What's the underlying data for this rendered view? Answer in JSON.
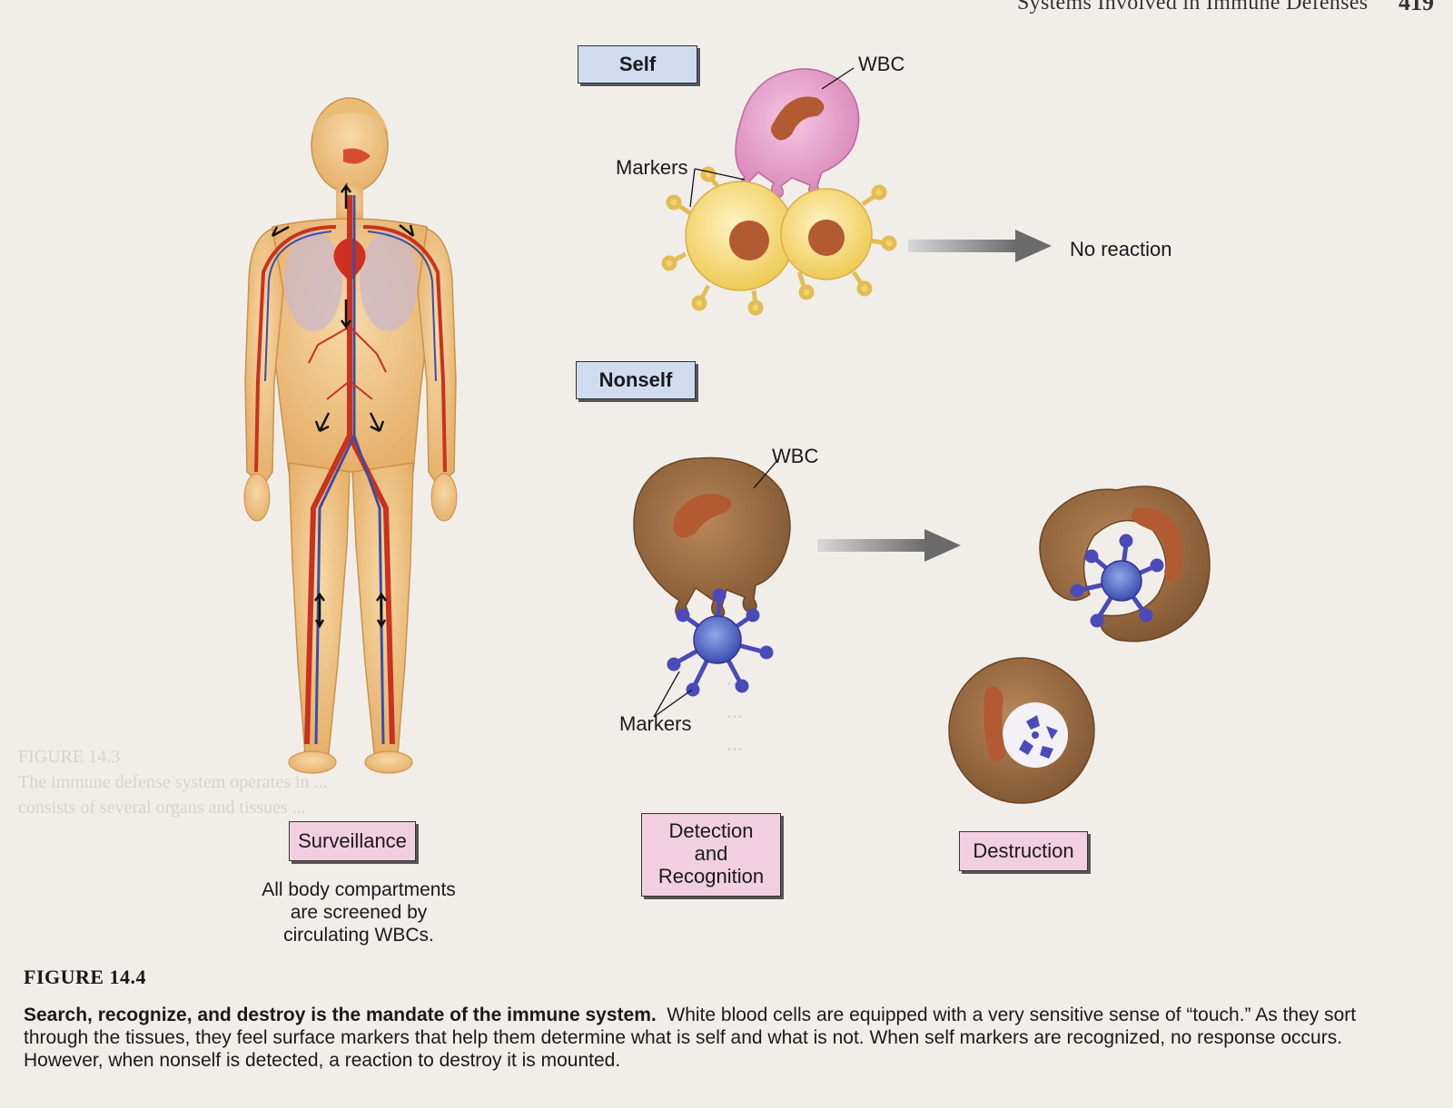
{
  "header": {
    "running_head": "Systems Involved in Immune Defenses",
    "page_number": "419"
  },
  "labels": {
    "self": "Self",
    "nonself": "Nonself",
    "wbc_top": "WBC",
    "wbc_bottom": "WBC",
    "markers_top": "Markers",
    "markers_bottom": "Markers",
    "no_reaction": "No reaction"
  },
  "stages": {
    "surveillance": "Surveillance",
    "detection_line1": "Detection",
    "detection_line2": "and",
    "detection_line3": "Recognition",
    "destruction": "Destruction"
  },
  "surveillance_note": {
    "line1": "All body compartments",
    "line2": "are screened by",
    "line3": "circulating WBCs."
  },
  "caption": {
    "figure_label": "FIGURE 14.4",
    "bold_lead": "Search, recognize, and destroy is the mandate of the immune system.",
    "body": "White blood cells are equipped with a very sensitive sense of “touch.” As they sort through the tissues, they feel surface markers that help them determine what is self and what is not. When self markers are recognized, no response occurs. However, when nonself is detected, a reaction to destroy it is mounted."
  },
  "colors": {
    "self_tag": "#cfdcf0",
    "stage_tag": "#f1cfe0",
    "wbc_self": "#e8a3cb",
    "wbc_nonself": "#9a6a3c",
    "self_cell": "#f3d36a",
    "nonself_cell": "#4a4ab8",
    "artery": "#c8321e",
    "vein": "#3a4fa8"
  }
}
